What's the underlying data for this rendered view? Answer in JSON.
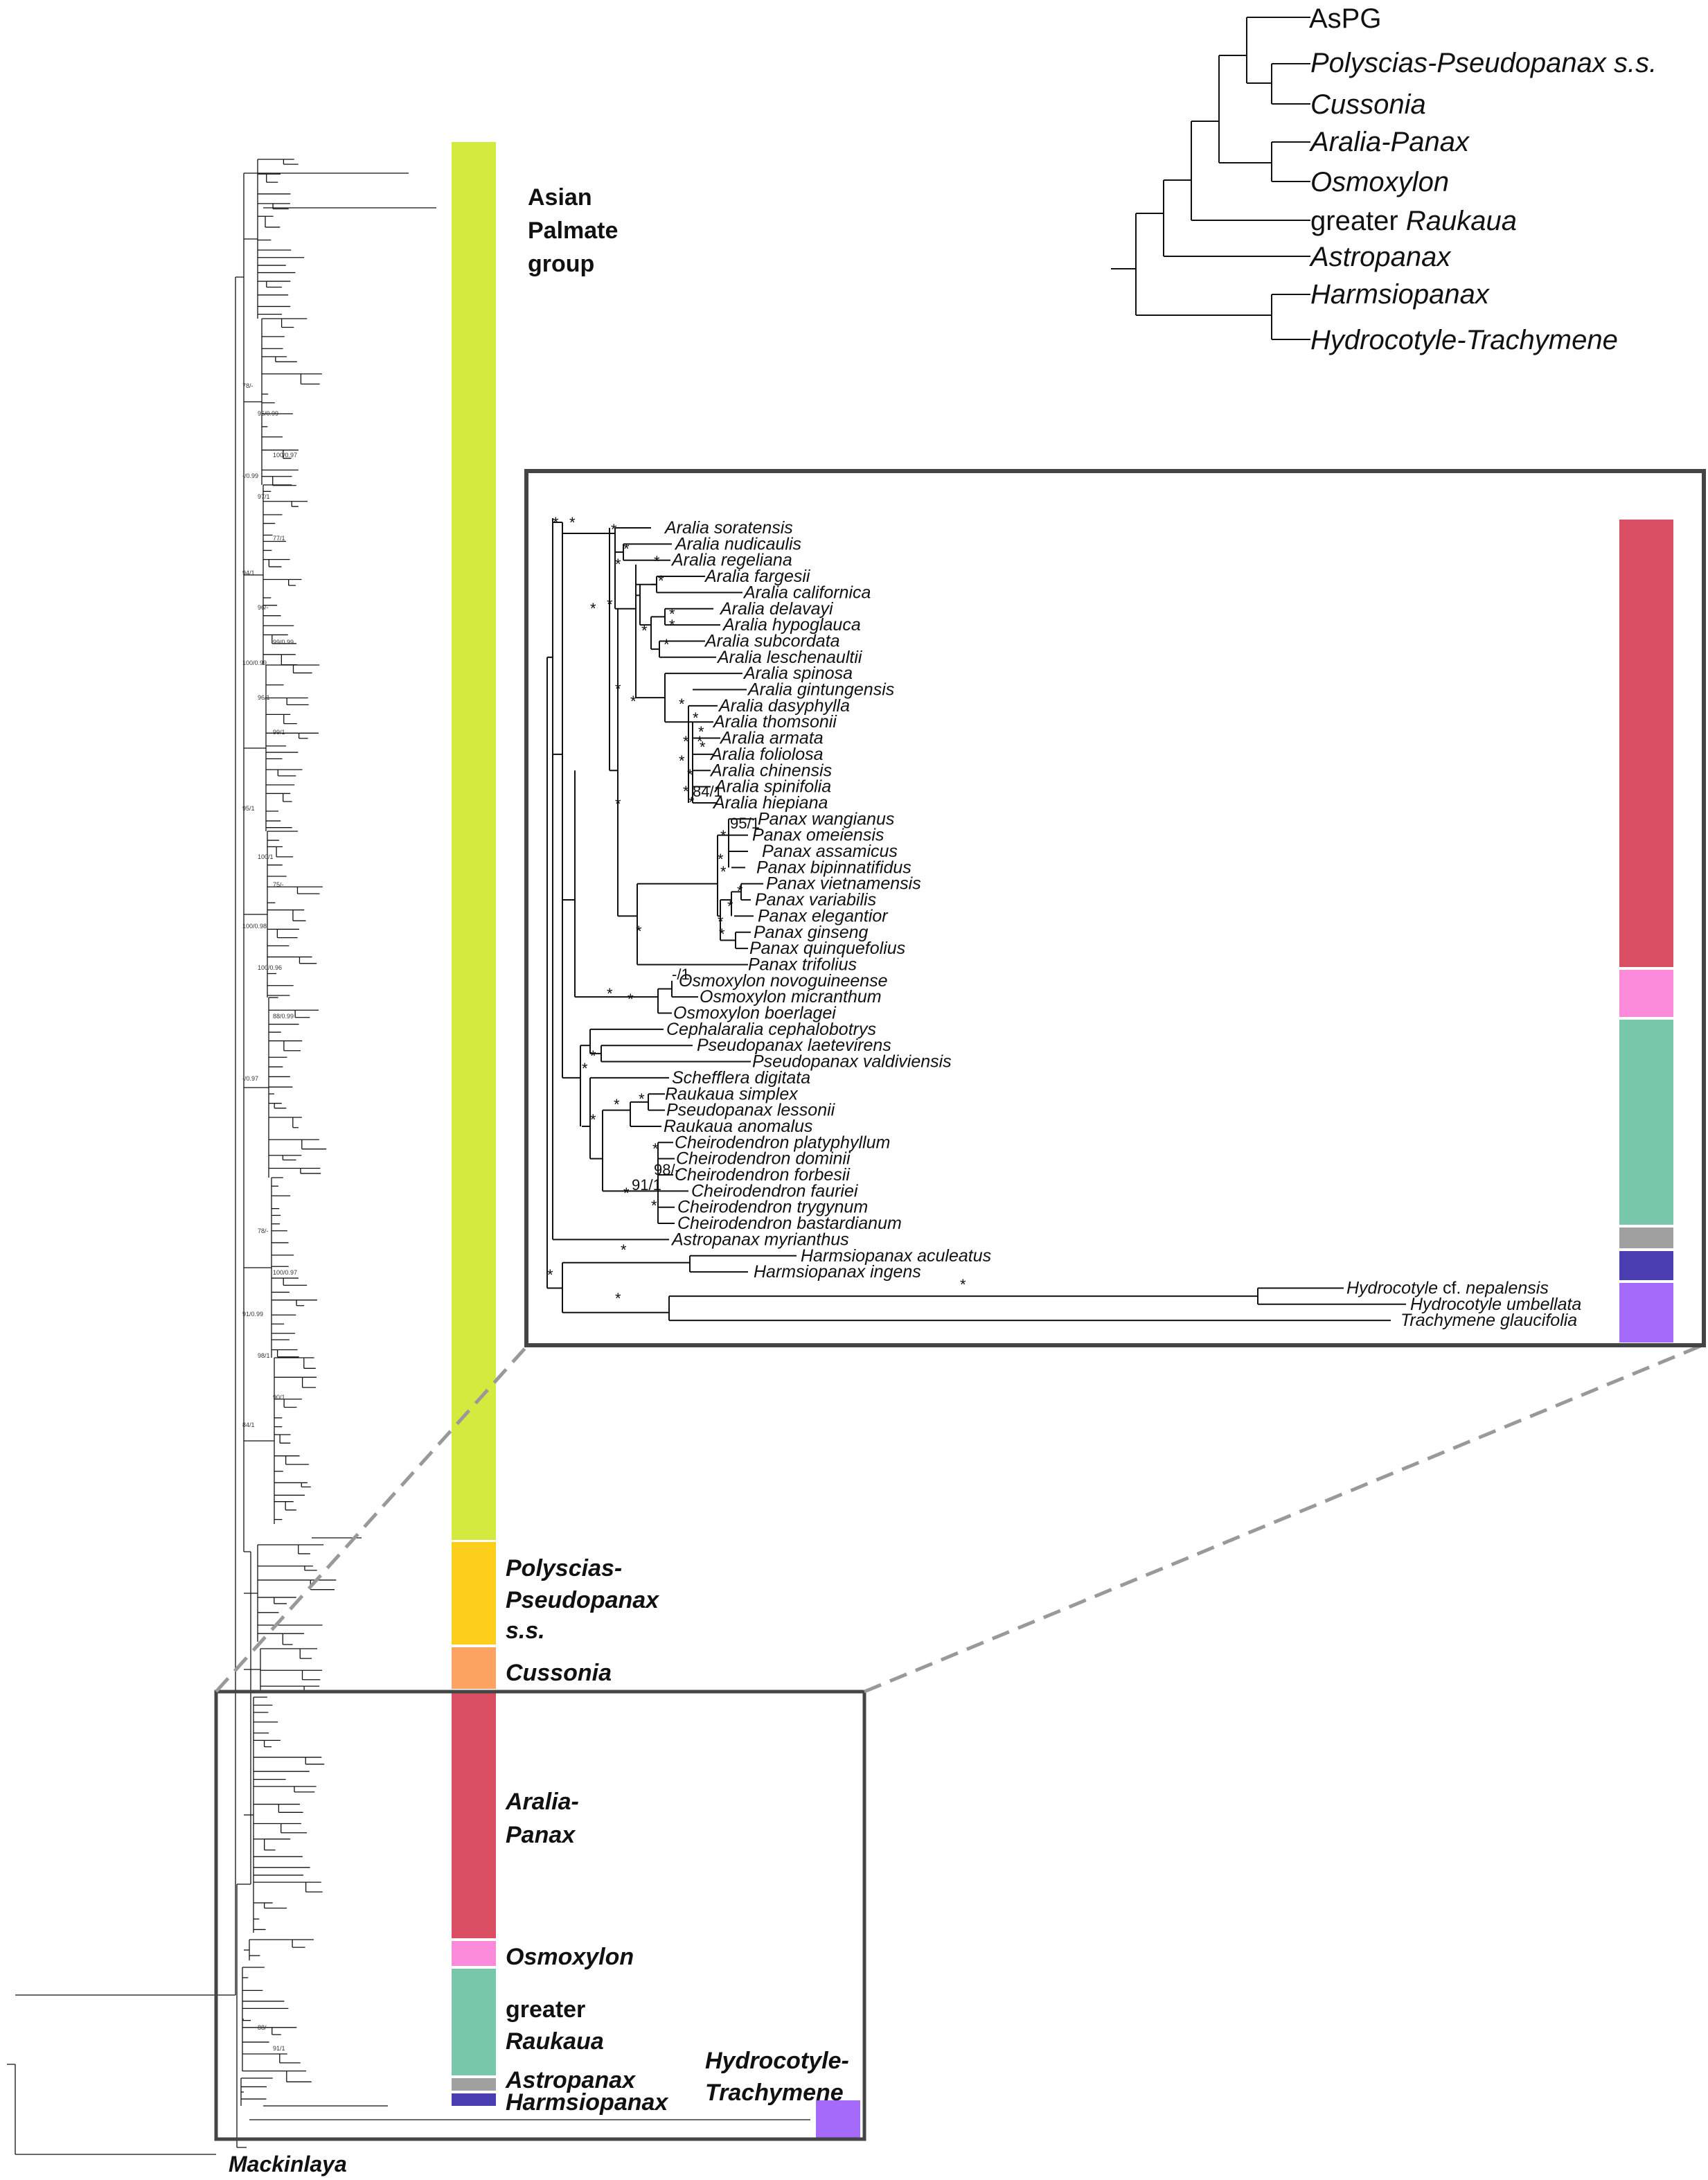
{
  "summary_tree": {
    "labels": [
      {
        "text": "AsPG",
        "italic": false
      },
      {
        "text": "Polyscias-Pseudopanax s.s.",
        "italic": true
      },
      {
        "text": "Cussonia",
        "italic": true
      },
      {
        "text": "Aralia-Panax",
        "italic": true
      },
      {
        "text": "Osmoxylon",
        "italic": true
      },
      {
        "prefix": "greater ",
        "text": "Raukaua",
        "italic": true
      },
      {
        "text": "Astropanax",
        "italic": true
      },
      {
        "text": "Harmsiopanax",
        "italic": true
      },
      {
        "text": "Hydrocotyle-Trachymene",
        "italic": true
      }
    ]
  },
  "clade_bars": [
    {
      "name": "Asian Palmate group",
      "lines": [
        "Asian",
        "Palmate",
        "group"
      ],
      "color": "#d4ea3e",
      "italic": false
    },
    {
      "name": "Polyscias-Pseudopanax s.s.",
      "lines": [
        "Polyscias-",
        "Pseudopanax",
        "s.s."
      ],
      "color": "#fdcd1c",
      "italic": true
    },
    {
      "name": "Cussonia",
      "lines": [
        "Cussonia"
      ],
      "color": "#fca362",
      "italic": true
    },
    {
      "name": "Aralia-Panax",
      "lines": [
        "Aralia-",
        "Panax"
      ],
      "color": "#d94f61",
      "italic": true
    },
    {
      "name": "Osmoxylon",
      "lines": [
        "Osmoxylon"
      ],
      "color": "#fc8ada",
      "italic": true
    },
    {
      "name": "greater Raukaua",
      "lines": [
        "greater",
        "Raukaua"
      ],
      "color": "#79c7aa",
      "italic": false
    },
    {
      "name": "Astropanax",
      "lines": [
        "Astropanax"
      ],
      "color": "#a0a0a0",
      "italic": true
    },
    {
      "name": "Harmsiopanax",
      "lines": [
        "Harmsiopanax"
      ],
      "color": "#4a3db1",
      "italic": true
    },
    {
      "name": "Hydrocotyle-Trachymene",
      "lines": [
        "Hydrocotyle-",
        "Trachymene"
      ],
      "color": "#a66afa",
      "italic": true
    }
  ],
  "outgroup_label": "Mackinlaya",
  "inset_taxa": [
    "Aralia soratensis",
    "Aralia nudicaulis",
    "Aralia regeliana",
    "Aralia fargesii",
    "Aralia californica",
    "Aralia delavayi",
    "Aralia hypoglauca",
    "Aralia subcordata",
    "Aralia leschenaultii",
    "Aralia spinosa",
    "Aralia gintungensis",
    "Aralia dasyphylla",
    "Aralia thomsonii",
    "Aralia armata",
    "Aralia foliolosa",
    "Aralia chinensis",
    "Aralia spinifolia",
    "Aralia hiepiana",
    "Panax wangianus",
    "Panax omeiensis",
    "Panax assamicus",
    "Panax bipinnatifidus",
    "Panax vietnamensis",
    "Panax variabilis",
    "Panax elegantior",
    "Panax ginseng",
    "Panax quinquefolius",
    "Panax trifolius",
    "Osmoxylon novoguineense",
    "Osmoxylon micranthum",
    "Osmoxylon boerlagei",
    "Cephalaralia cephalobotrys",
    "Pseudopanax laetevirens",
    "Pseudopanax valdiviensis",
    "Schefflera digitata",
    "Raukaua simplex",
    "Pseudopanax lessonii",
    "Raukaua anomalus",
    "Cheirodendron platyphyllum",
    "Cheirodendron dominii",
    "Cheirodendron forbesii",
    "Cheirodendron fauriei",
    "Cheirodendron trygynum",
    "Cheirodendron bastardianum",
    "Astropanax myrianthus",
    "Harmsiopanax aculeatus",
    "Harmsiopanax ingens",
    "Hydrocotyle cf. nepalensis",
    "Hydrocotyle umbellata",
    "Trachymene glaucifolia"
  ],
  "inset_supports": {
    "star": "*",
    "panax_wangianus": "95/1",
    "aralia_hiepiana": "84/1",
    "osmoxylon": "-/1",
    "cheirodendron_a": "98/-",
    "cheirodendron_b": "91/1"
  },
  "inset_colors": {
    "aralia_panax": "#d94f61",
    "osmoxylon": "#fc8ada",
    "raukaua": "#79c7aa",
    "astropanax": "#a0a0a0",
    "harmsiopanax": "#4a3db1",
    "hydrocotyle": "#a66afa"
  },
  "big_tree_supports": [
    "78/-",
    "96/0.99",
    "100/0.97",
    "-/0.99",
    "97/1",
    "77/1",
    "94/1",
    "96/-",
    "99/0.99",
    "100/0.99",
    "96/1",
    "99/1",
    "95/1",
    "100/1",
    "75/-",
    "100/0.98",
    "100/0.96",
    "88/0.99",
    "-/0.97",
    "78/-",
    "100/0.97",
    "91/0.99",
    "98/1",
    "90/1",
    "84/1",
    "88/-",
    "91/1"
  ]
}
